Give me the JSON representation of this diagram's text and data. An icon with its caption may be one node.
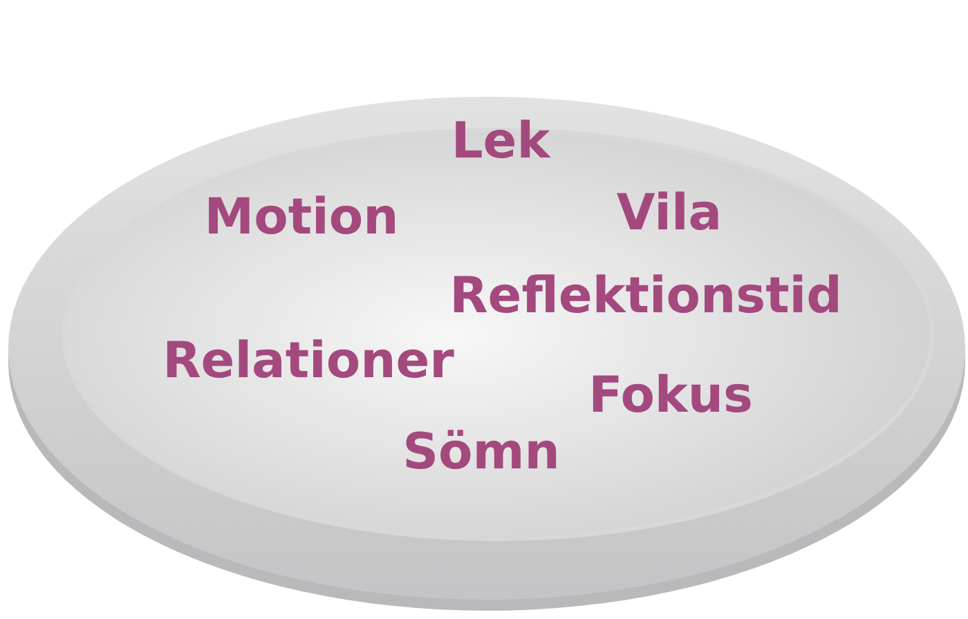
{
  "diagram": {
    "labels": [
      "Lek",
      "Motion",
      "Vila",
      "Reflektionstid",
      "Relationer",
      "Fokus",
      "Sömn"
    ]
  }
}
